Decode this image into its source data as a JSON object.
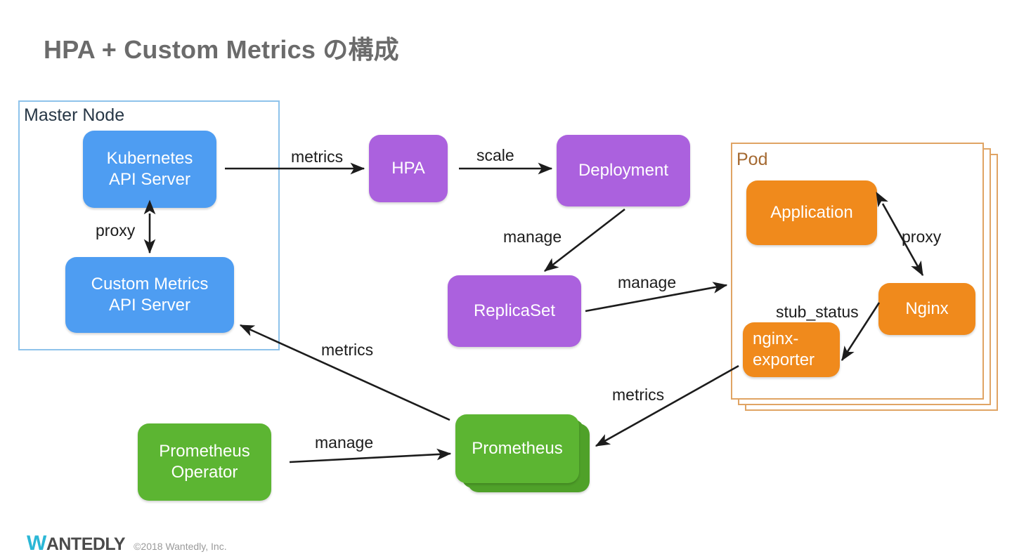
{
  "slide": {
    "title": "HPA + Custom Metrics の構成",
    "background": "#ffffff"
  },
  "colors": {
    "blue": "#4E9DF2",
    "purple": "#AB61DE",
    "orange": "#F08A1C",
    "green": "#5CB532",
    "master_node_border": "#8EC3EB",
    "pod_border": "#E0A464",
    "title_gray": "#6B6B6B",
    "logo_cyan": "#2BB7D6"
  },
  "groups": {
    "master_node": {
      "label": "Master Node"
    },
    "pod": {
      "label": "Pod",
      "stack_count": 3
    }
  },
  "nodes": {
    "k8s_api_server": {
      "line1": "Kubernetes",
      "line2": "API Server",
      "color": "blue"
    },
    "custom_metrics_api": {
      "line1": "Custom Metrics",
      "line2": "API Server",
      "color": "blue"
    },
    "hpa": {
      "label": "HPA",
      "color": "purple"
    },
    "deployment": {
      "label": "Deployment",
      "color": "purple"
    },
    "replicaset": {
      "label": "ReplicaSet",
      "color": "purple"
    },
    "application": {
      "label": "Application",
      "color": "orange"
    },
    "nginx": {
      "label": "Nginx",
      "color": "orange"
    },
    "nginx_exporter": {
      "line1": "nginx-",
      "line2": "exporter",
      "color": "orange"
    },
    "prometheus_operator": {
      "line1": "Prometheus",
      "line2": "Operator",
      "color": "green"
    },
    "prometheus": {
      "label": "Prometheus",
      "color": "green",
      "stack_count": 3
    }
  },
  "edges": {
    "metrics_api_to_hpa": "metrics",
    "hpa_to_deployment": "scale",
    "proxy_master": "proxy",
    "deployment_to_replicaset": "manage",
    "replicaset_to_pod": "manage",
    "prometheus_to_custom_api": "metrics",
    "exporter_to_prometheus": "metrics",
    "operator_to_prometheus": "manage",
    "proxy_pod": "proxy",
    "nginx_to_exporter": "stub_status"
  },
  "footer": {
    "logo_first_letter": "W",
    "logo_rest": "ANTEDLY",
    "copyright": "©2018 Wantedly, Inc."
  }
}
